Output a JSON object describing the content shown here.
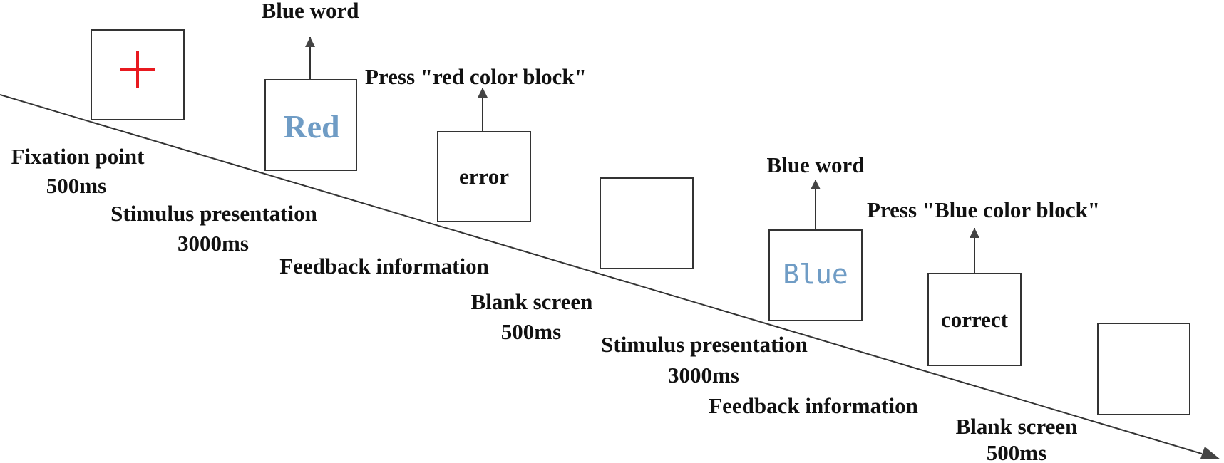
{
  "colors": {
    "line": "#333333",
    "arrow": "#444444",
    "fixation": "#e8191f",
    "stimulus": "#6f9cc5",
    "text": "#111111"
  },
  "fixation": {
    "label": "Fixation point",
    "duration": "500ms"
  },
  "trial1": {
    "stimulus_word": "Red",
    "stimulus_color_note": "Blue word",
    "stimulus_label": "Stimulus presentation",
    "stimulus_duration": "3000ms",
    "response_note": "Press \"red color block\"",
    "feedback_text": "error",
    "feedback_label": "Feedback information",
    "blank_label": "Blank screen",
    "blank_duration": "500ms"
  },
  "trial2": {
    "stimulus_word": "Blue",
    "stimulus_color_note": "Blue word",
    "stimulus_label": "Stimulus presentation",
    "stimulus_duration": "3000ms",
    "response_note": "Press \"Blue color block\"",
    "feedback_text": "correct",
    "feedback_label": "Feedback information",
    "blank_label": "Blank screen",
    "blank_duration": "500ms"
  }
}
